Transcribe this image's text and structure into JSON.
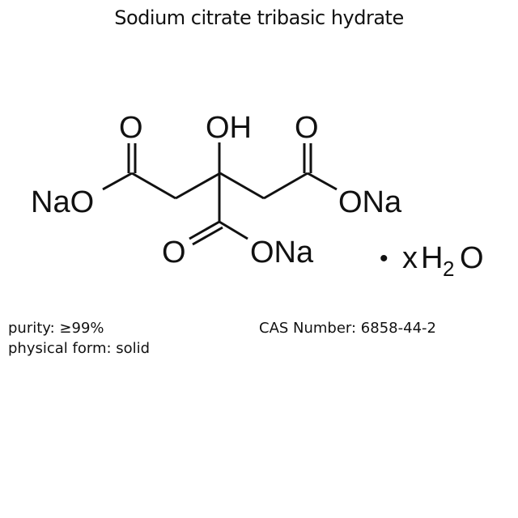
{
  "title": "Sodium citrate tribasic hydrate",
  "structure": {
    "labels": {
      "o_top_left": "O",
      "oh_top": "OH",
      "o_top_right": "O",
      "nao_left": "NaO",
      "ona_right": "ONa",
      "o_bottom": "O",
      "ona_bottom": "ONa",
      "hydrate_dot": "•",
      "hydrate_x": "x",
      "hydrate_h": "H",
      "hydrate_sub": "2",
      "hydrate_o": "O"
    }
  },
  "properties": {
    "purity": "purity: ≥99%",
    "physical_form": "physical form: solid",
    "cas": "CAS Number: 6858-44-2"
  }
}
